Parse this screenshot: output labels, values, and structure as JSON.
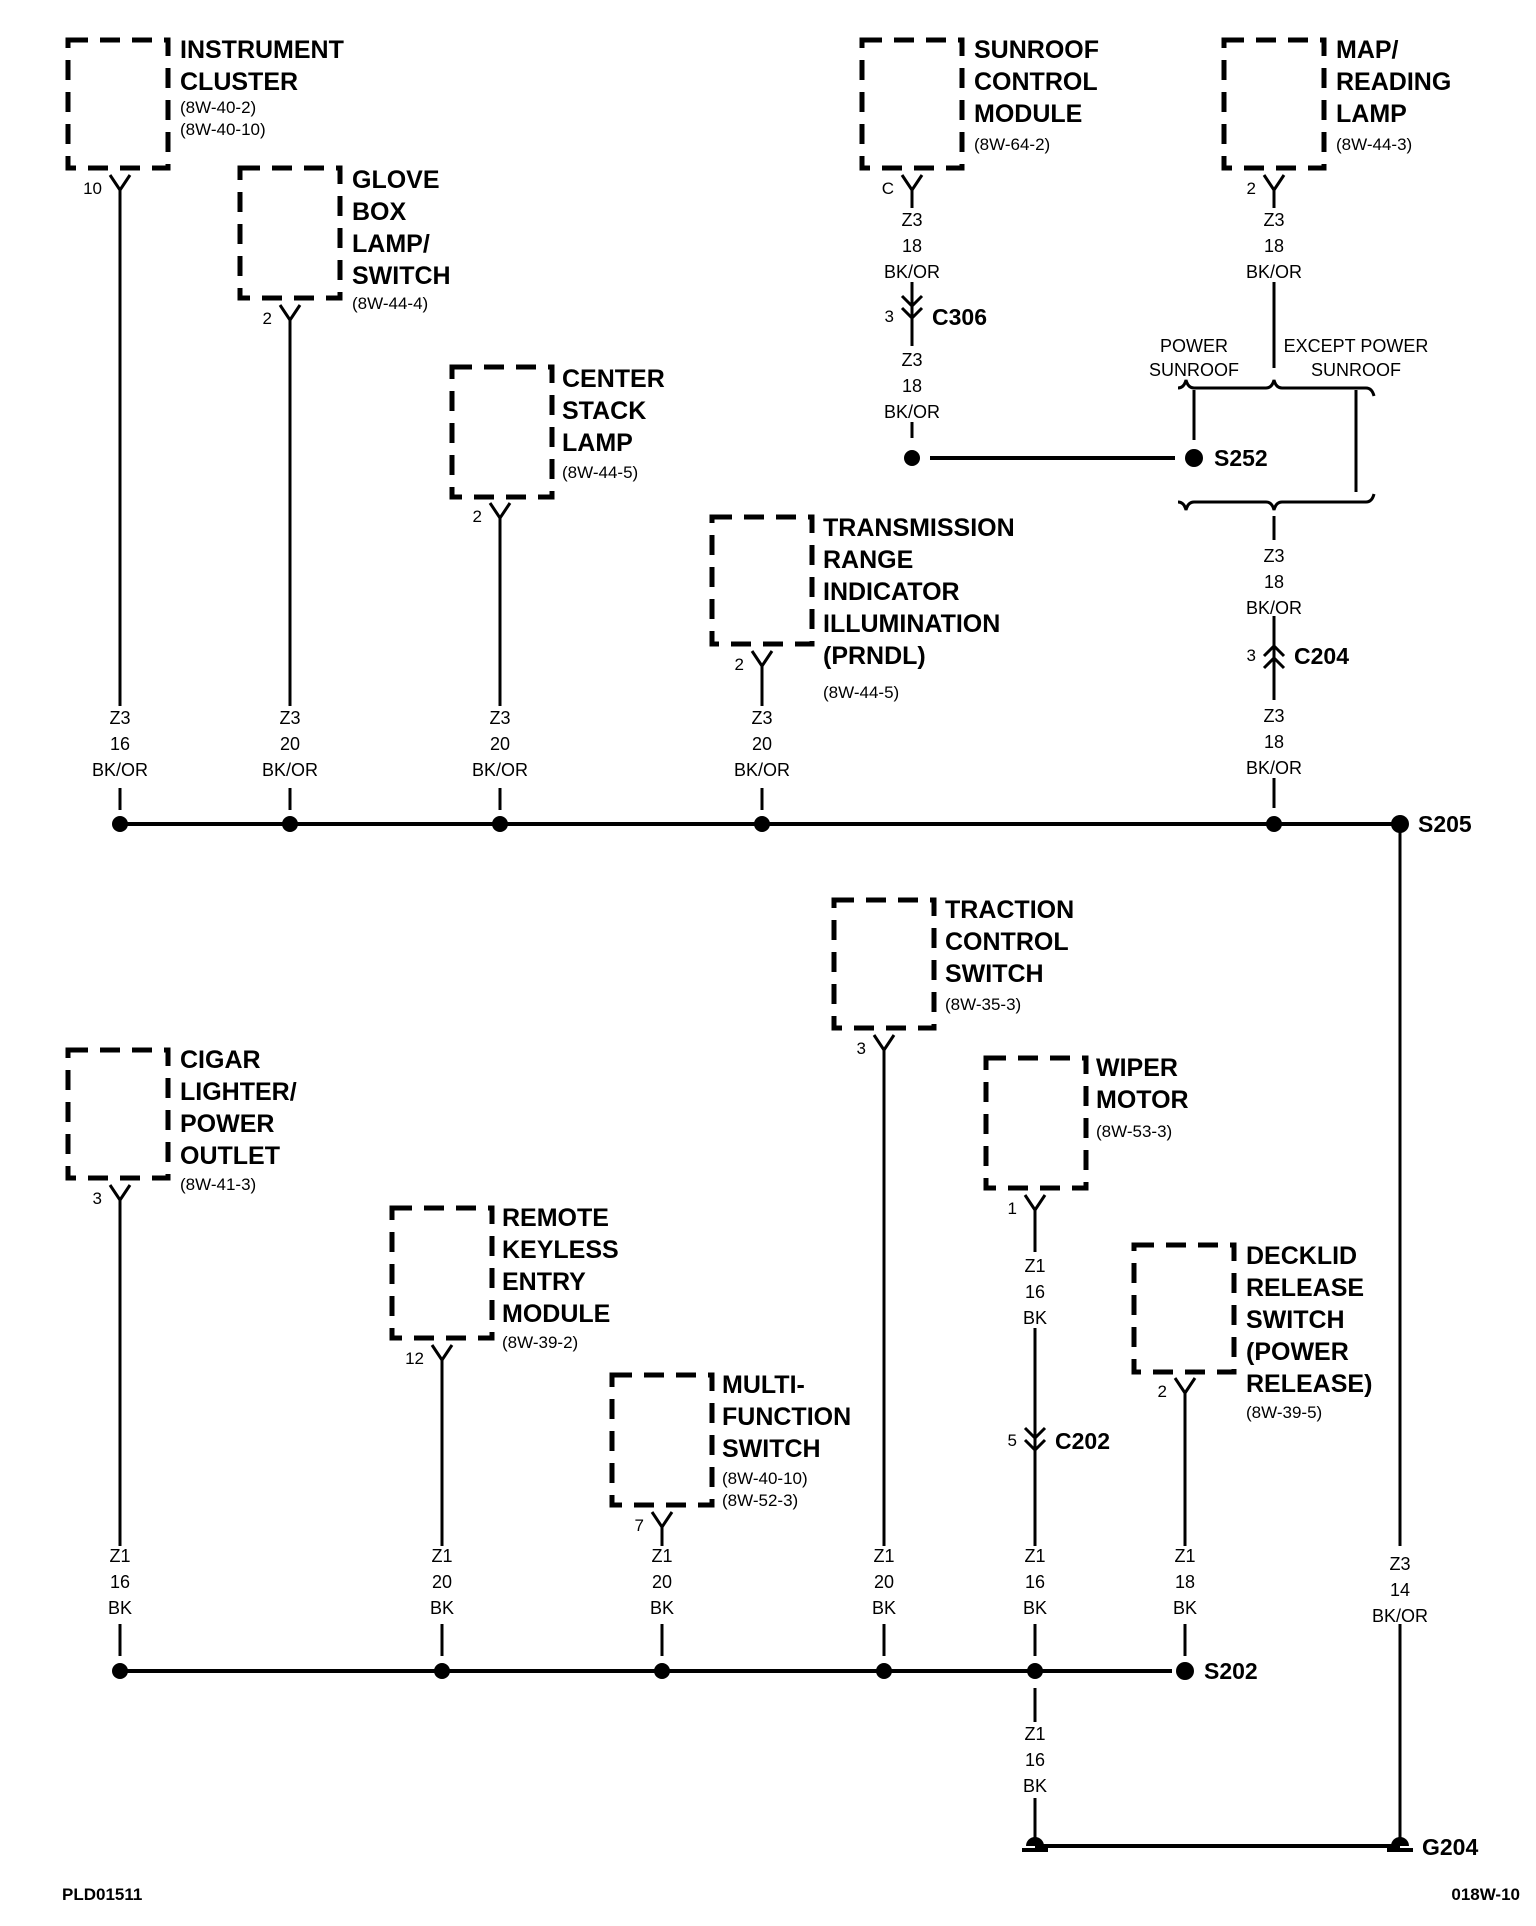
{
  "components": {
    "instrument_cluster": {
      "lines": [
        "INSTRUMENT",
        "CLUSTER"
      ],
      "refs": [
        "(8W-40-2)",
        "(8W-40-10)"
      ],
      "pin": "10"
    },
    "glove_box": {
      "lines": [
        "GLOVE",
        "BOX",
        "LAMP/",
        "SWITCH"
      ],
      "refs": [
        "(8W-44-4)"
      ],
      "pin": "2"
    },
    "center_stack": {
      "lines": [
        "CENTER",
        "STACK",
        "LAMP"
      ],
      "refs": [
        "(8W-44-5)"
      ],
      "pin": "2"
    },
    "prndl": {
      "lines": [
        "TRANSMISSION",
        "RANGE",
        "INDICATOR",
        "ILLUMINATION",
        "(PRNDL)"
      ],
      "refs": [
        "(8W-44-5)"
      ],
      "pin": "2"
    },
    "sunroof": {
      "lines": [
        "SUNROOF",
        "CONTROL",
        "MODULE"
      ],
      "refs": [
        "(8W-64-2)"
      ],
      "pin": "C"
    },
    "map_lamp": {
      "lines": [
        "MAP/",
        "READING",
        "LAMP"
      ],
      "refs": [
        "(8W-44-3)"
      ],
      "pin": "2"
    },
    "traction": {
      "lines": [
        "TRACTION",
        "CONTROL",
        "SWITCH"
      ],
      "refs": [
        "(8W-35-3)"
      ],
      "pin": "3"
    },
    "cigar": {
      "lines": [
        "CIGAR",
        "LIGHTER/",
        "POWER",
        "OUTLET"
      ],
      "refs": [
        "(8W-41-3)"
      ],
      "pin": "3"
    },
    "wiper": {
      "lines": [
        "WIPER",
        "MOTOR"
      ],
      "refs": [
        "(8W-53-3)"
      ],
      "pin": "1"
    },
    "keyless": {
      "lines": [
        "REMOTE",
        "KEYLESS",
        "ENTRY",
        "MODULE"
      ],
      "refs": [
        "(8W-39-2)"
      ],
      "pin": "12"
    },
    "decklid": {
      "lines": [
        "DECKLID",
        "RELEASE",
        "SWITCH",
        "(POWER",
        "RELEASE)"
      ],
      "refs": [
        "(8W-39-5)"
      ],
      "pin": "2"
    },
    "multifunction": {
      "lines": [
        "MULTI-",
        "FUNCTION",
        "SWITCH"
      ],
      "refs": [
        "(8W-40-10)",
        "(8W-52-3)"
      ],
      "pin": "7"
    }
  },
  "wires": {
    "ic": [
      "Z3",
      "16",
      "BK/OR"
    ],
    "gb": [
      "Z3",
      "20",
      "BK/OR"
    ],
    "cs": [
      "Z3",
      "20",
      "BK/OR"
    ],
    "pr": [
      "Z3",
      "20",
      "BK/OR"
    ],
    "sr_a": [
      "Z3",
      "18",
      "BK/OR"
    ],
    "sr_b": [
      "Z3",
      "18",
      "BK/OR"
    ],
    "map": [
      "Z3",
      "18",
      "BK/OR"
    ],
    "s252_out": [
      "Z3",
      "18",
      "BK/OR"
    ],
    "c204_out": [
      "Z3",
      "18",
      "BK/OR"
    ],
    "ground_main": [
      "Z3",
      "14",
      "BK/OR"
    ],
    "cig": [
      "Z1",
      "16",
      "BK"
    ],
    "rke": [
      "Z1",
      "20",
      "BK"
    ],
    "mfs": [
      "Z1",
      "20",
      "BK"
    ],
    "tcs": [
      "Z1",
      "20",
      "BK"
    ],
    "wip_a": [
      "Z1",
      "16",
      "BK"
    ],
    "wip_b": [
      "Z1",
      "16",
      "BK"
    ],
    "dl": [
      "Z1",
      "18",
      "BK"
    ],
    "s202_out": [
      "Z1",
      "16",
      "BK"
    ]
  },
  "connectors": {
    "c306": {
      "pin": "3",
      "label": "C306"
    },
    "c204": {
      "pin": "3",
      "label": "C204"
    },
    "c202": {
      "pin": "5",
      "label": "C202"
    }
  },
  "splices": {
    "s252": "S252",
    "s205": "S205",
    "s202": "S202"
  },
  "ground": "G204",
  "notes": {
    "power_sunroof": [
      "POWER",
      "SUNROOF"
    ],
    "except_power_sunroof": [
      "EXCEPT POWER",
      "SUNROOF"
    ]
  },
  "footer": {
    "left": "PLD01511",
    "right": "018W-10"
  }
}
